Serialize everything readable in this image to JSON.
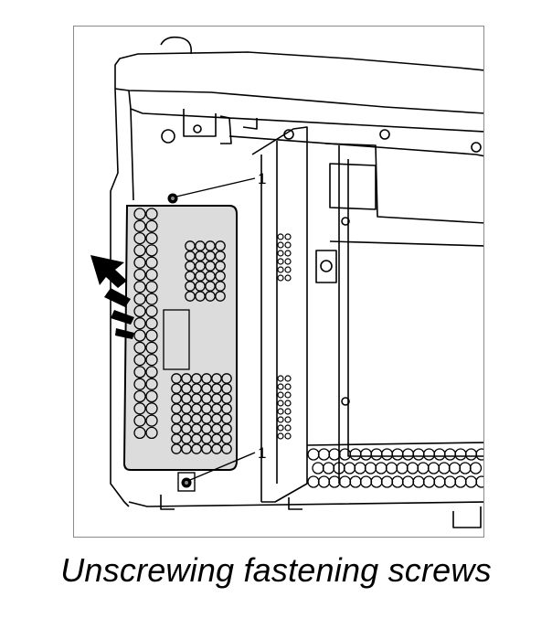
{
  "figure": {
    "description_icon": "device-chassis-illustration",
    "callouts": [
      {
        "label": "1"
      },
      {
        "label": "1"
      }
    ],
    "colors": {
      "panel_fill": "#dcdcdc",
      "line": "#000000",
      "frame_border": "#8a8a8a"
    }
  },
  "caption": {
    "text": "Unscrewing fastening screws"
  }
}
